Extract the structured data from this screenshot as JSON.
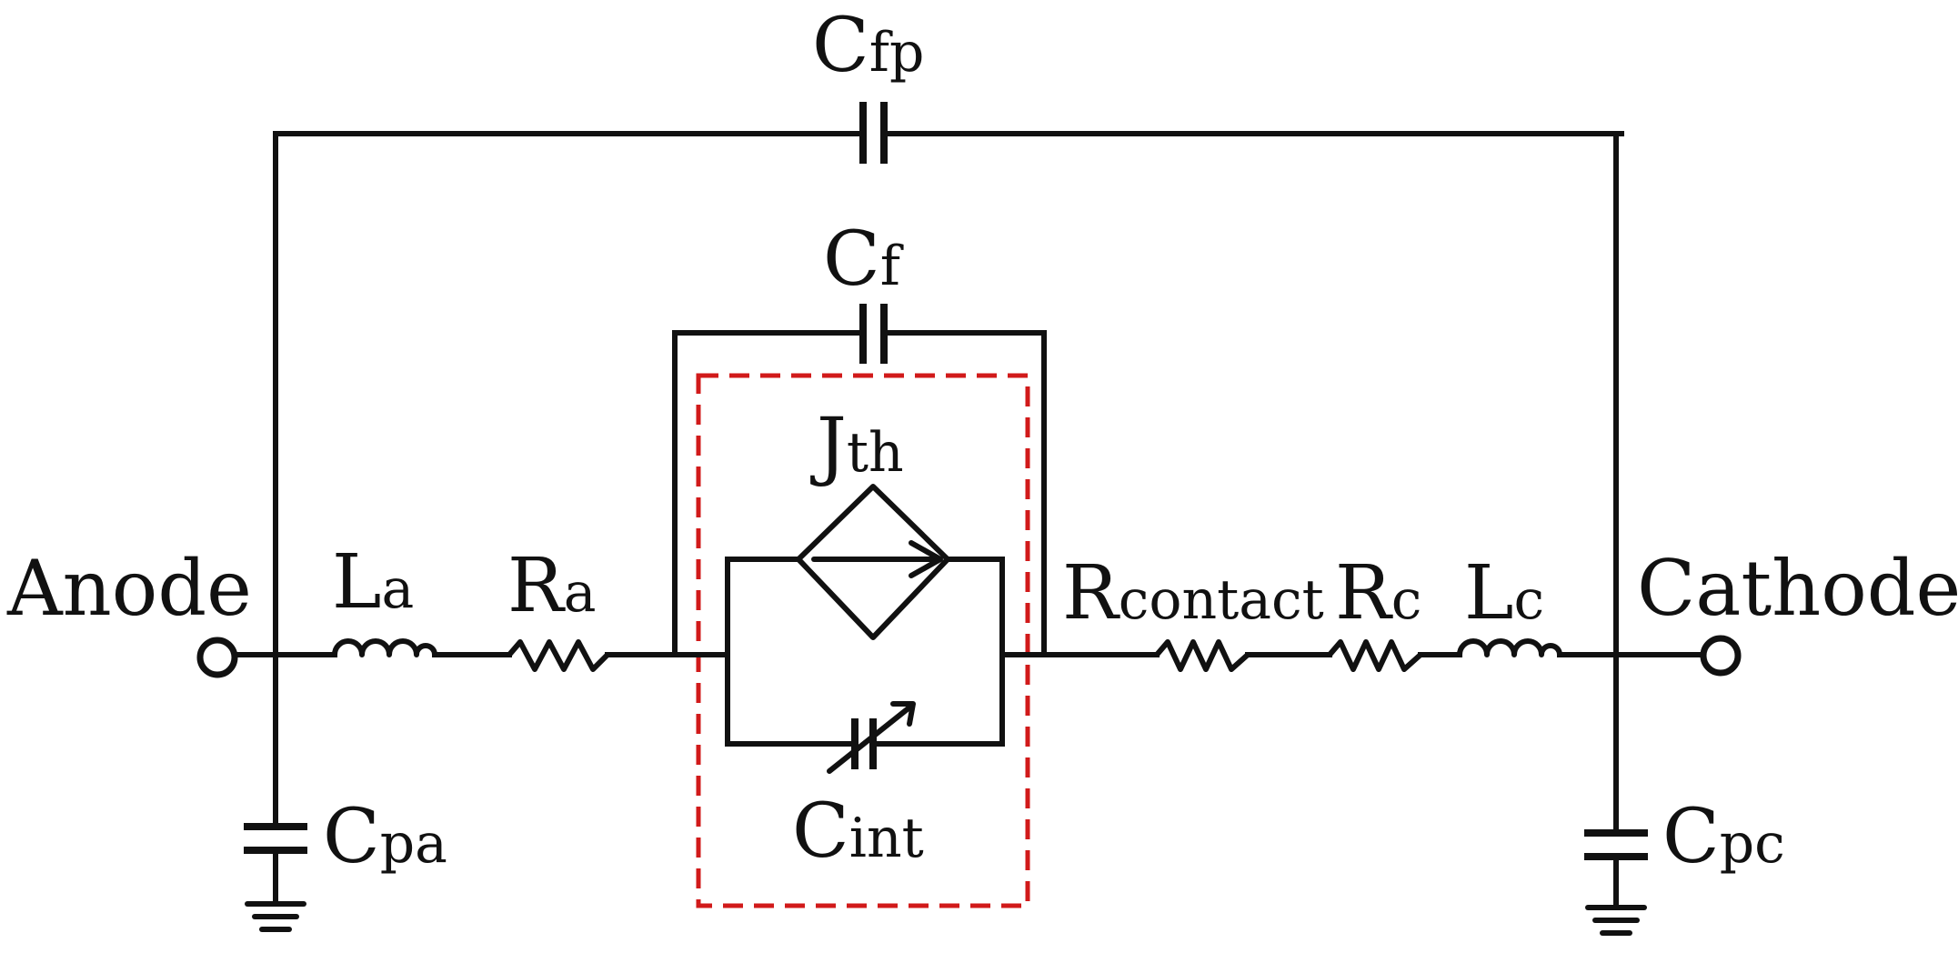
{
  "diagram": {
    "title": "",
    "colors": {
      "wire": "#111111",
      "device_box": "#d11a1a",
      "background": "#ffffff"
    },
    "nodes": {
      "anode": "Anode",
      "cathode": "Cathode"
    },
    "components": {
      "La": {
        "main": "L",
        "sub": "a"
      },
      "Ra": {
        "main": "R",
        "sub": "a"
      },
      "Jth": {
        "main": "J",
        "sub": "th"
      },
      "Cint": {
        "main": "C",
        "sub": "int"
      },
      "Cf": {
        "main": "C",
        "sub": "f"
      },
      "Cfp": {
        "main": "C",
        "sub": "fp"
      },
      "Rcontact": {
        "main": "R",
        "sub": "contact"
      },
      "Rc": {
        "main": "R",
        "sub": "c"
      },
      "Lc": {
        "main": "L",
        "sub": "c"
      },
      "Cpa": {
        "main": "C",
        "sub": "pa"
      },
      "Cpc": {
        "main": "C",
        "sub": "pc"
      }
    }
  }
}
